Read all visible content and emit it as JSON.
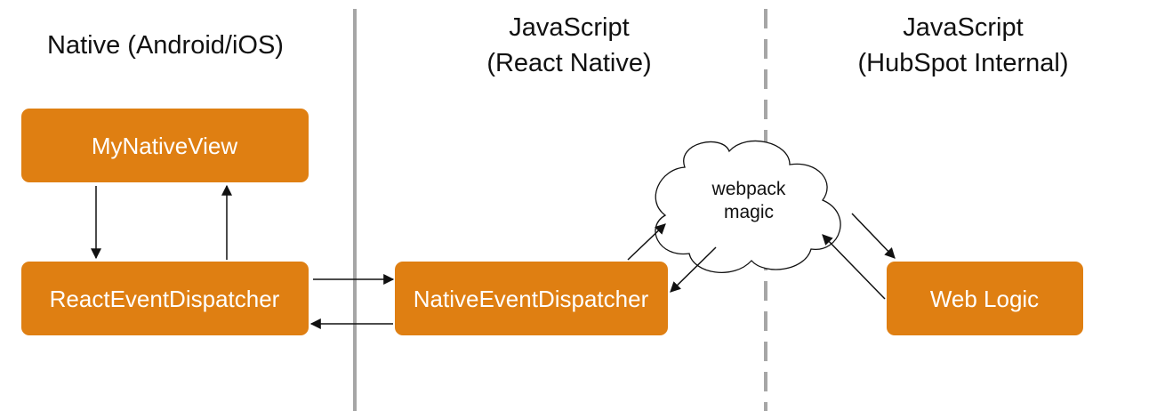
{
  "columns": [
    {
      "lines": [
        "Native (Android/iOS)"
      ]
    },
    {
      "lines": [
        "JavaScript",
        "(React Native)"
      ]
    },
    {
      "lines": [
        "JavaScript",
        "(HubSpot Internal)"
      ]
    }
  ],
  "boxes": {
    "my_native_view": "MyNativeView",
    "react_event_dispatcher": "ReactEventDispatcher",
    "native_event_dispatcher": "NativeEventDispatcher",
    "web_logic": "Web Logic"
  },
  "cloud": {
    "lines": [
      "webpack",
      "magic"
    ]
  },
  "colors": {
    "box_fill": "#DF7F12",
    "box_text": "#FFFFFF",
    "divider": "#A6A6A6",
    "arrow": "#111111"
  }
}
